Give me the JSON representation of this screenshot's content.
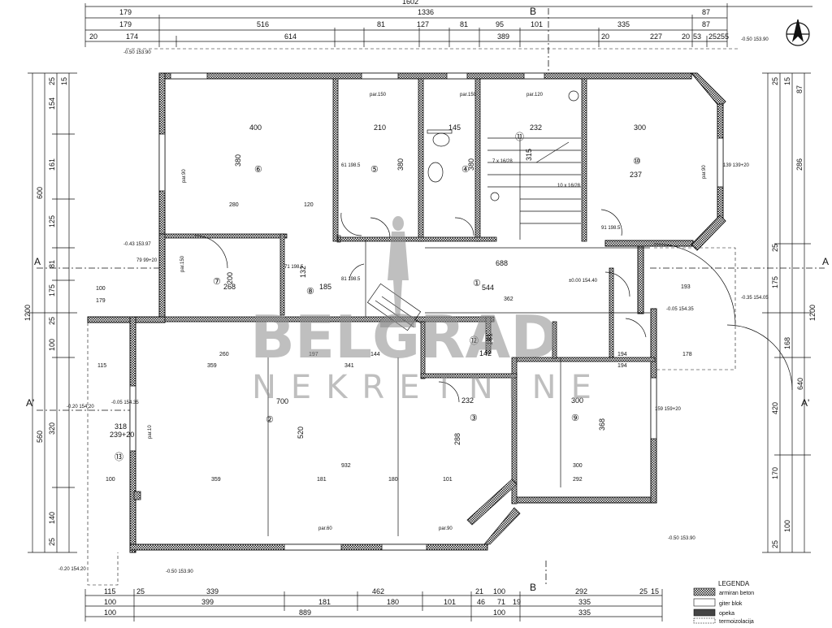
{
  "top_dims": {
    "row1": [
      "179",
      "1336",
      "87"
    ],
    "row2": [
      "179",
      "516",
      "81",
      "127",
      "81",
      "95",
      "101",
      "335",
      "87"
    ],
    "row3": [
      "20",
      "174",
      "614",
      "389",
      "20",
      "227",
      "20",
      "53",
      "25",
      "25",
      "5"
    ],
    "overall": "1602"
  },
  "bottom_dims": {
    "row1": [
      "115",
      "25",
      "339",
      "462",
      "21",
      "100",
      "292",
      "25",
      "15"
    ],
    "row2": [
      "100",
      "399",
      "181",
      "180",
      "101",
      "46",
      "71",
      "19",
      "335"
    ],
    "row3": [
      "100",
      "889",
      "100",
      "335"
    ]
  },
  "left_dims": {
    "outer": [
      "1200"
    ],
    "mid": [
      "600",
      "560"
    ],
    "inner": [
      "25",
      "15",
      "154",
      "161",
      "125",
      "81",
      "175",
      "25",
      "100",
      "320",
      "140",
      "25"
    ]
  },
  "right_dims": {
    "outer": [
      "1200"
    ],
    "mid": [
      "640"
    ],
    "inner": [
      "25",
      "15",
      "87",
      "286",
      "25",
      "175",
      "168",
      "420",
      "170",
      "100",
      "25"
    ]
  },
  "section_marks": [
    "A",
    "A",
    "A'",
    "A'",
    "B",
    "B"
  ],
  "rooms": [
    {
      "no": "⑥",
      "w": "400",
      "h": "380"
    },
    {
      "no": "⑤",
      "w": "210",
      "h": "380"
    },
    {
      "no": "④",
      "w": "145",
      "h": "380"
    },
    {
      "no": "⑪",
      "w": "232",
      "h": "315"
    },
    {
      "no": "⑩",
      "w": "300",
      "h": "237"
    },
    {
      "no": "⑦",
      "w": "268",
      "h": "200"
    },
    {
      "no": "⑧",
      "w": "132",
      "h": "185"
    },
    {
      "no": "①",
      "w": "688",
      "h": "544"
    },
    {
      "no": "⑫",
      "w": "142",
      "h": "181"
    },
    {
      "no": "②",
      "w": "700",
      "h": "520"
    },
    {
      "no": "③",
      "w": "232",
      "h": "288"
    },
    {
      "no": "⑨",
      "w": "300",
      "h": "368"
    },
    {
      "no": "⑬",
      "w": "318",
      "h": "239+20"
    }
  ],
  "elevations": [
    "-0.50 153.90",
    "-0.43 153.97",
    "-0.20 154.20",
    "-0.05 154.35",
    "±0.00 154.40",
    "-0.05 154.35",
    "-0.35 154.05",
    "-0.50 153.90",
    "-0.50 153.90",
    "-0.20 154.20",
    "-0.50 153.90"
  ],
  "openings": [
    "par.150",
    "par.150",
    "par.120",
    "par.90",
    "par.90",
    "par.150",
    "par.10",
    "par.60",
    "par.90",
    "79 99+20",
    "159 159+20",
    "139 139+20",
    "81 198.5",
    "61 198.5",
    "71 198.5",
    "91 198.5"
  ],
  "stairs": [
    "7 x 16/28",
    "10 x 16/28"
  ],
  "watermark": {
    "line1": "BELGRAD",
    "line2": "NEKRETNINE"
  },
  "legend": {
    "title": "LEGENDA",
    "items": [
      "armiran beton",
      "giter blok",
      "opeka",
      "termoizolacija"
    ]
  }
}
